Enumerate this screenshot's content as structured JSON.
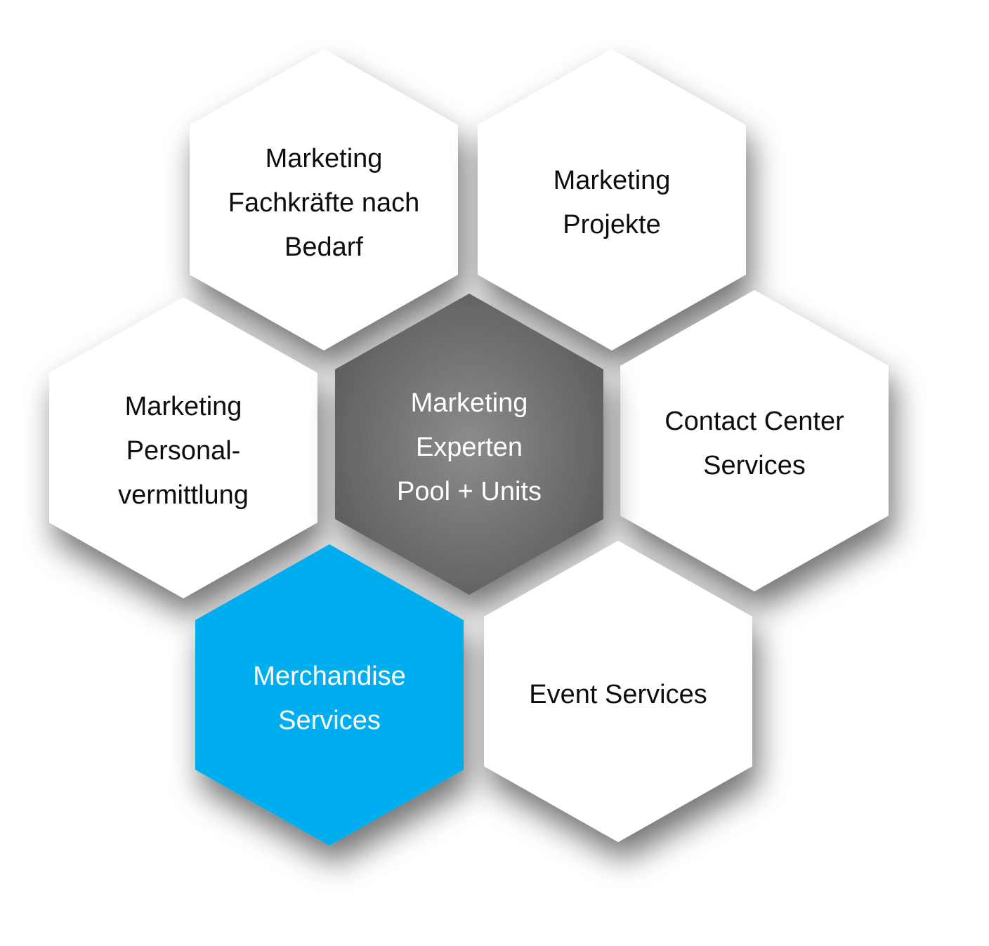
{
  "colors": {
    "white_cell": "#ffffff",
    "center_cell_dark": "#5f5f5f",
    "center_cell_light": "#8c8c8c",
    "accent_cell": "#00aeef",
    "dark_text": "#111111",
    "light_text": "#ffffff"
  },
  "cells": {
    "fachkraefte": {
      "lines": [
        "Marketing",
        "Fachkräfte nach",
        "Bedarf"
      ]
    },
    "projekte": {
      "lines": [
        "Marketing",
        "Projekte"
      ]
    },
    "personalvermittlung": {
      "lines": [
        "Marketing",
        "Personal-",
        "vermittlung"
      ]
    },
    "center": {
      "lines": [
        "Marketing",
        "Experten",
        "Pool + Units"
      ]
    },
    "contact_center": {
      "lines": [
        "Contact Center",
        "Services"
      ]
    },
    "merchandise": {
      "lines": [
        "Merchandise",
        "Services"
      ]
    },
    "event": {
      "lines": [
        "Event Services"
      ]
    }
  }
}
